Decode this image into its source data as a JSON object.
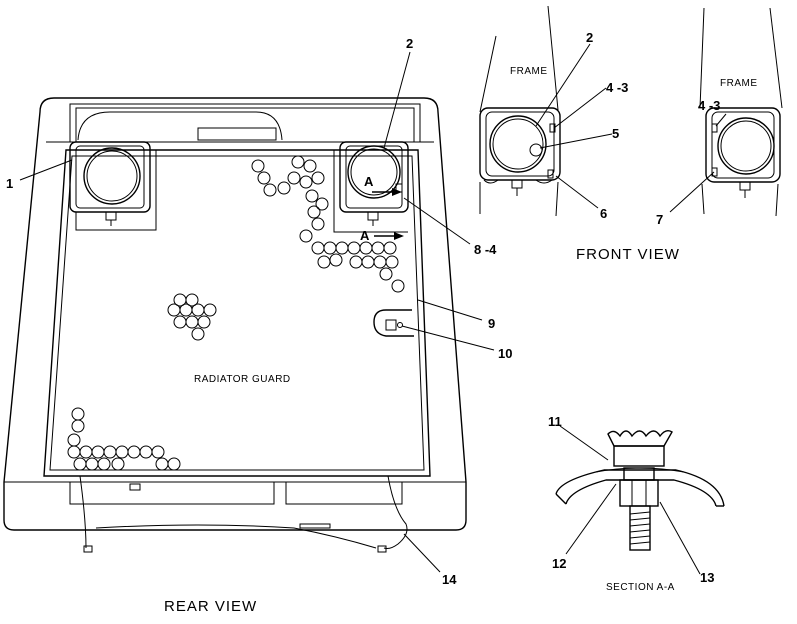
{
  "labels": {
    "rear_view": "REAR VIEW",
    "front_view": "FRONT VIEW",
    "section_aa": "SECTION A-A",
    "radiator_guard": "RADIATOR GUARD",
    "frame_left": "FRAME",
    "frame_right": "FRAME",
    "section_mark": "A"
  },
  "callouts": {
    "c1": "1",
    "c2_rear": "2",
    "c2_front": "2",
    "c43_left": "4 -3",
    "c43_right": "4 -3",
    "c5": "5",
    "c6": "6",
    "c7": "7",
    "c84": "8 -4",
    "c9": "9",
    "c10": "10",
    "c11": "11",
    "c12": "12",
    "c13": "13",
    "c14": "14"
  }
}
